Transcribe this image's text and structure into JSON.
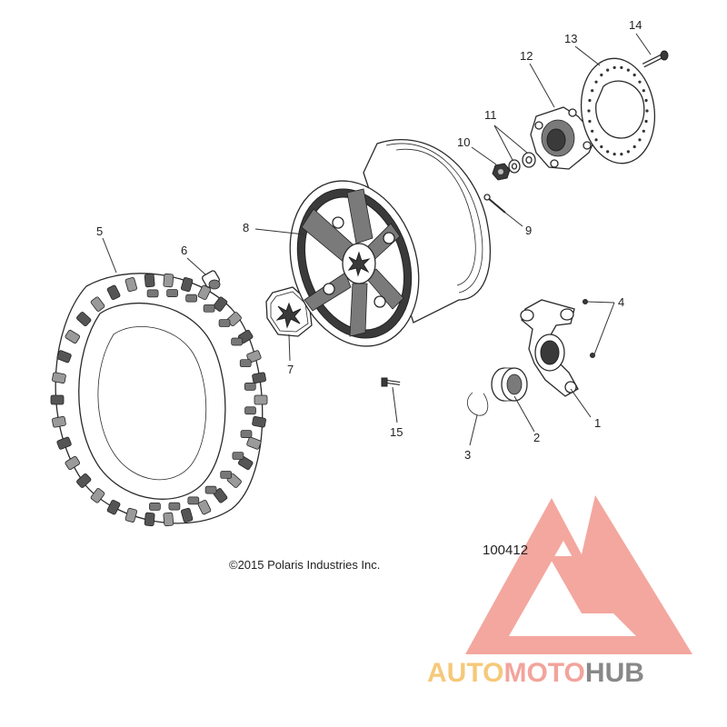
{
  "diagram": {
    "callouts": [
      "1",
      "2",
      "3",
      "4",
      "5",
      "6",
      "7",
      "8",
      "9",
      "10",
      "11",
      "12",
      "13",
      "14",
      "15"
    ],
    "copyright": "©2015 Polaris Industries Inc.",
    "drawing_number": "100412"
  },
  "watermark": {
    "text_a": "AUTO",
    "text_b": "MOTO",
    "text_c": "HUB",
    "color_a": "#f5c97a",
    "color_b": "#f2a49c",
    "color_c": "#888888",
    "logo_color": "#f08a80"
  }
}
